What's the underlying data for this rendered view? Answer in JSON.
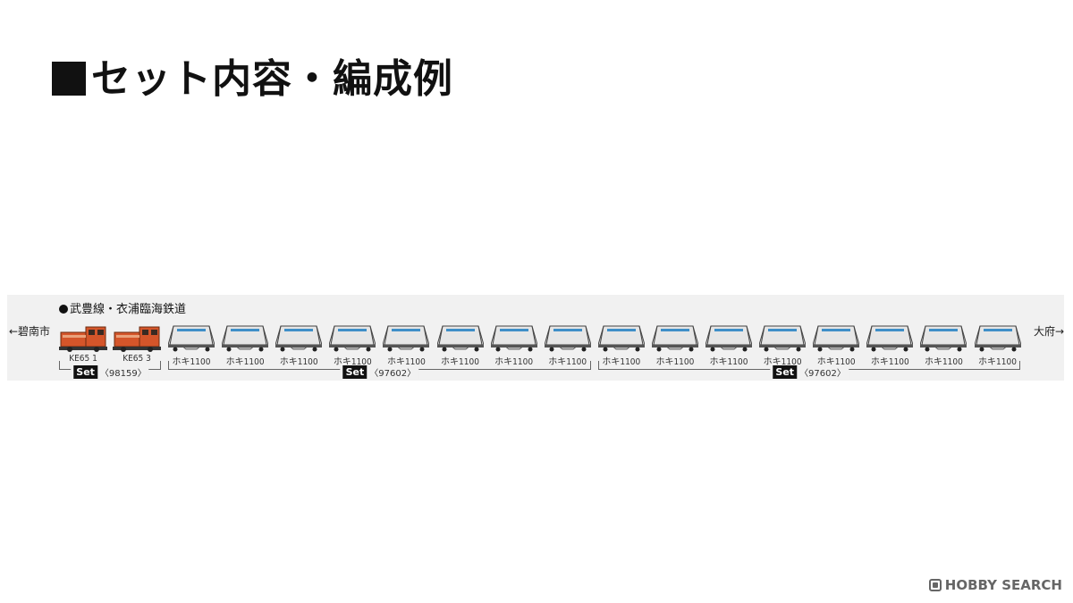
{
  "page": {
    "title": "セット内容・編成例"
  },
  "formation": {
    "line_name": "武豊線・衣浦臨海鉄道",
    "dest_left": "←碧南市",
    "dest_right": "大府→",
    "vehicles": [
      {
        "label": "KE65 1",
        "type": "locomotive",
        "color": "#d4552a"
      },
      {
        "label": "KE65 3",
        "type": "locomotive",
        "color": "#d4552a"
      },
      {
        "label": "ホキ1100",
        "type": "hopper"
      },
      {
        "label": "ホキ1100",
        "type": "hopper"
      },
      {
        "label": "ホキ1100",
        "type": "hopper"
      },
      {
        "label": "ホキ1100",
        "type": "hopper"
      },
      {
        "label": "ホキ1100",
        "type": "hopper"
      },
      {
        "label": "ホキ1100",
        "type": "hopper"
      },
      {
        "label": "ホキ1100",
        "type": "hopper"
      },
      {
        "label": "ホキ1100",
        "type": "hopper"
      },
      {
        "label": "ホキ1100",
        "type": "hopper"
      },
      {
        "label": "ホキ1100",
        "type": "hopper"
      },
      {
        "label": "ホキ1100",
        "type": "hopper"
      },
      {
        "label": "ホキ1100",
        "type": "hopper"
      },
      {
        "label": "ホキ1100",
        "type": "hopper"
      },
      {
        "label": "ホキ1100",
        "type": "hopper"
      },
      {
        "label": "ホキ1100",
        "type": "hopper"
      },
      {
        "label": "ホキ1100",
        "type": "hopper"
      }
    ],
    "sets": [
      {
        "badge": "Set",
        "code": "〈98159〉",
        "first": 0,
        "last": 1
      },
      {
        "badge": "Set",
        "code": "〈97602〉",
        "first": 2,
        "last": 9
      },
      {
        "badge": "Set",
        "code": "〈97602〉",
        "first": 10,
        "last": 17
      }
    ]
  },
  "watermark": {
    "text": "HOBBY SEARCH"
  },
  "colors": {
    "loco": "#d4552a",
    "hopper_stripe": "#3f8fc8",
    "band": "#f1f1f1"
  }
}
